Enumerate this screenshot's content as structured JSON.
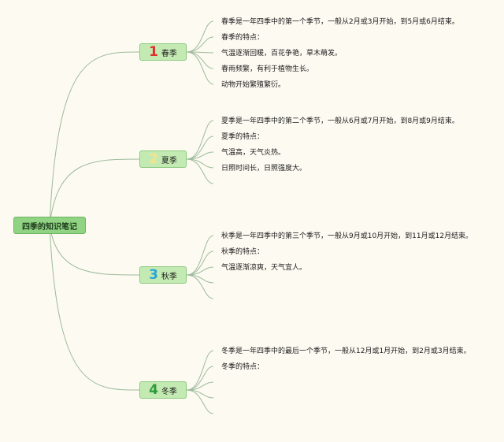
{
  "root": {
    "label": "四季的知识笔记"
  },
  "colors": {
    "line": "#9cbb9a",
    "num_spring": "#e0302c",
    "num_summer": "#f6e38b",
    "num_autumn": "#2aa5d4",
    "num_winter": "#2e9a3a"
  },
  "branches": [
    {
      "number": "1",
      "label": "春季",
      "leaves": [
        "春季是一年四季中的第一个季节，一般从2月或3月开始，到5月或6月结束。",
        "春季的特点：",
        "气温逐渐回暖，百花争艳，草木萌发。",
        "春雨频繁，有利于植物生长。",
        "动物开始繁殖繁衍。"
      ]
    },
    {
      "number": "2",
      "label": "夏季",
      "leaves": [
        "夏季是一年四季中的第二个季节，一般从6月或7月开始，到8月或9月结束。",
        "夏季的特点：",
        "气温高，天气炎热。",
        "日照时间长，日照强度大。",
        ""
      ]
    },
    {
      "number": "3",
      "label": "秋季",
      "leaves": [
        "秋季是一年四季中的第三个季节，一般从9月或10月开始，到11月或12月结束。",
        "秋季的特点：",
        "气温逐渐凉爽，天气宜人。",
        "",
        ""
      ]
    },
    {
      "number": "4",
      "label": "冬季",
      "leaves": [
        "冬季是一年四季中的最后一个季节，一般从12月或1月开始，到2月或3月结束。",
        "冬季的特点：",
        "",
        "",
        ""
      ]
    }
  ]
}
